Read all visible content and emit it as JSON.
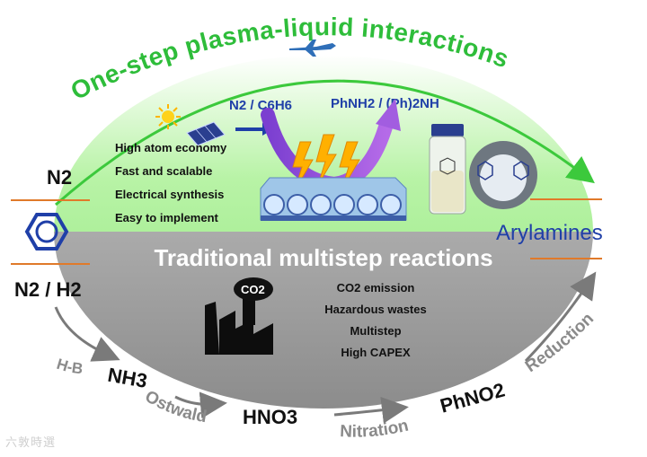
{
  "title_top": "One-step plasma-liquid interactions",
  "title_middle": "Traditional multistep reactions",
  "left_inputs": {
    "top": "N2",
    "bottom": "N2 / H2"
  },
  "right_output": "Arylamines",
  "plasma": {
    "reactants": "N2 / C6H6",
    "products": "PhNH2 / (Ph)2NH",
    "advantages": [
      "High atom economy",
      "Fast and scalable",
      "Electrical synthesis",
      "Easy to implement"
    ]
  },
  "traditional": {
    "co2_label": "CO2",
    "drawbacks": [
      "CO2 emission",
      "Hazardous wastes",
      "Multistep",
      "High CAPEX"
    ]
  },
  "pathway": {
    "steps": [
      {
        "process": "H-B",
        "product": "NH3"
      },
      {
        "process": "Ostwald",
        "product": "HNO3"
      },
      {
        "process": "Nitration",
        "product": "PhNO2"
      },
      {
        "process": "Reduction",
        "product": "Arylamines"
      }
    ]
  },
  "watermark": "六敦時選",
  "colors": {
    "green_top": "#9ef08a",
    "green_bottom": "#d9f7cf",
    "gray_top": "#bcbcbc",
    "gray_bottom": "#8a8a8a",
    "arrow_green": "#3cc93c",
    "title_green": "#29c23a",
    "accent_blue": "#1f3fa8",
    "orange_line": "#e07a2a"
  }
}
